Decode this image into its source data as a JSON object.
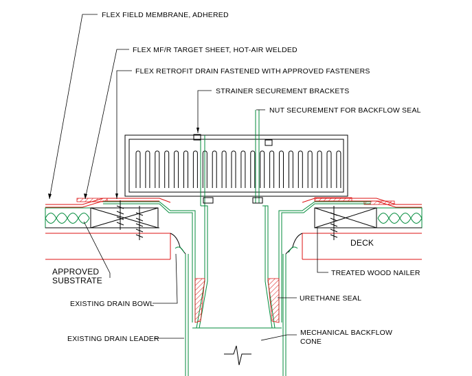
{
  "labels": {
    "field_membrane": "FLEX FIELD MEMBRANE, ADHERED",
    "target_sheet": "FLEX MF/R TARGET SHEET, HOT-AIR WELDED",
    "retrofit_drain": "FLEX RETROFIT DRAIN FASTENED WITH APPROVED FASTENERS",
    "strainer_brackets": "STRAINER SECUREMENT BRACKETS",
    "nut_securement": "NUT SECUREMENT FOR BACKFLOW SEAL",
    "deck": "DECK",
    "approved_substrate_1": "APPROVED",
    "approved_substrate_2": "SUBSTRATE",
    "treated_wood_nailer": "TREATED WOOD NAILER",
    "existing_drain_bowl": "EXISTING DRAIN BOWL",
    "urethane_seal": "URETHANE SEAL",
    "existing_drain_leader": "EXISTING DRAIN LEADER",
    "backflow_cone_1": "MECHANICAL BACKFLOW",
    "backflow_cone_2": "CONE"
  },
  "colors": {
    "membrane": "#d11a1a",
    "drain": "#008a3a",
    "insulation": "#008a3a",
    "linework": "#000000"
  }
}
